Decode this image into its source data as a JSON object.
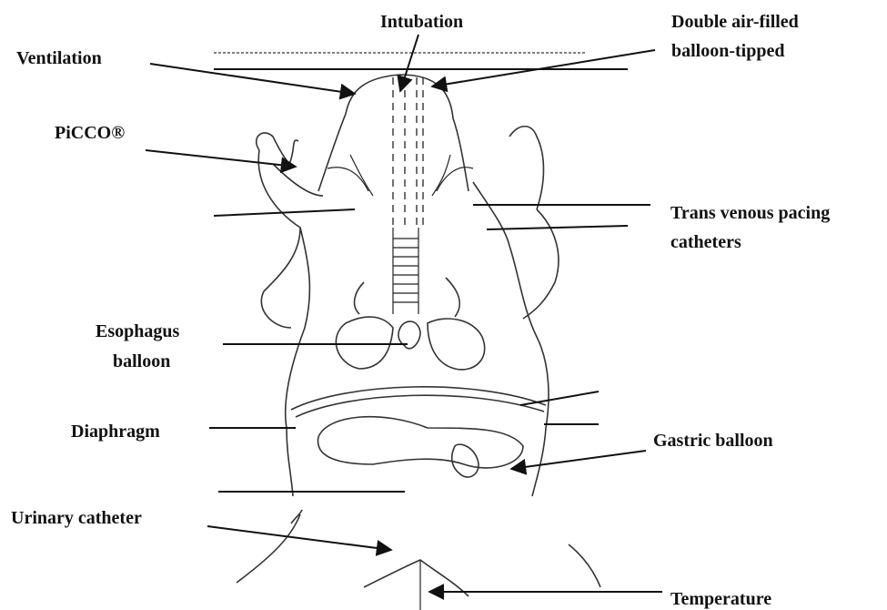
{
  "labels": {
    "intubation": "Intubation",
    "double_line1": "Double air-filled",
    "double_line2": "balloon-tipped",
    "ventilation": "Ventilation",
    "picco": "PiCCO®",
    "transvenous_line1": "Trans venous pacing",
    "transvenous_line2": "catheters",
    "esophagus_line1": "Esophagus",
    "esophagus_line2": "balloon",
    "diaphragm": "Diaphragm",
    "gastric": "Gastric balloon",
    "urinary": "Urinary catheter",
    "temperature": "Temperature"
  }
}
